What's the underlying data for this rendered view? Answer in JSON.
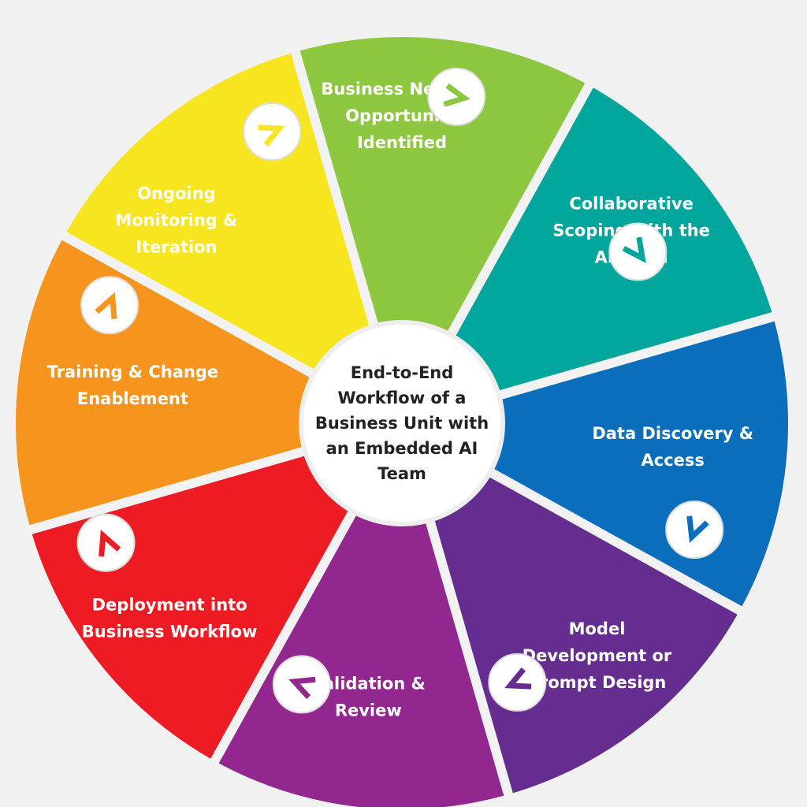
{
  "diagram": {
    "center_title": [
      "End-to-End",
      "Workflow of a",
      "Business Unit with",
      "an Embedded AI",
      "Team"
    ],
    "segments": [
      {
        "label": [
          "Business Need or",
          "Opportunity",
          "Identified"
        ],
        "color": "#8dc63f"
      },
      {
        "label": [
          "Collaborative",
          "Scoping with the",
          "AI Team"
        ],
        "color": "#00a69c"
      },
      {
        "label": [
          "Data Discovery &",
          "Access"
        ],
        "color": "#0a6ebd"
      },
      {
        "label": [
          "Model",
          "Development or",
          "Prompt Design"
        ],
        "color": "#662d91"
      },
      {
        "label": [
          "Validation &",
          "Review"
        ],
        "color": "#92278f"
      },
      {
        "label": [
          "Deployment into",
          "Business Workflow"
        ],
        "color": "#ed1c24"
      },
      {
        "label": [
          "Training & Change",
          "Enablement"
        ],
        "color": "#f7941d"
      },
      {
        "label": [
          "Ongoing",
          "Monitoring &",
          "Iteration"
        ],
        "color": "#f7e51f"
      }
    ],
    "connector_icon": "chevron-arrow-icon",
    "divider_color": "#f2f2f2",
    "badge_color": "#ffffff"
  }
}
